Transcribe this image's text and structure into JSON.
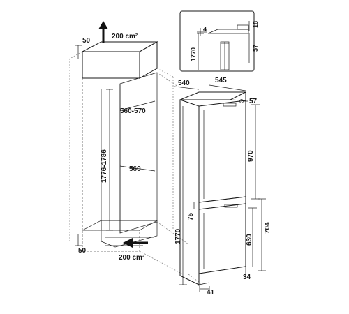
{
  "niche": {
    "top_vent": "200 cm²",
    "bottom_vent": "200 cm²",
    "top_gap": "50",
    "bottom_gap": "50",
    "height": "1776-1786",
    "width_top": "560-570",
    "width_mid": "560"
  },
  "appliance": {
    "depth_a": "540",
    "depth_b": "545",
    "top_offset": "57",
    "fridge_door": "970",
    "freezer_door_a": "704",
    "freezer_door_b": "630",
    "gap": "75",
    "height": "1770",
    "bottom_right": "34",
    "bottom_front": "41"
  },
  "detail": {
    "d1": "4",
    "d2": "18",
    "d3": "57",
    "height": "1770"
  }
}
